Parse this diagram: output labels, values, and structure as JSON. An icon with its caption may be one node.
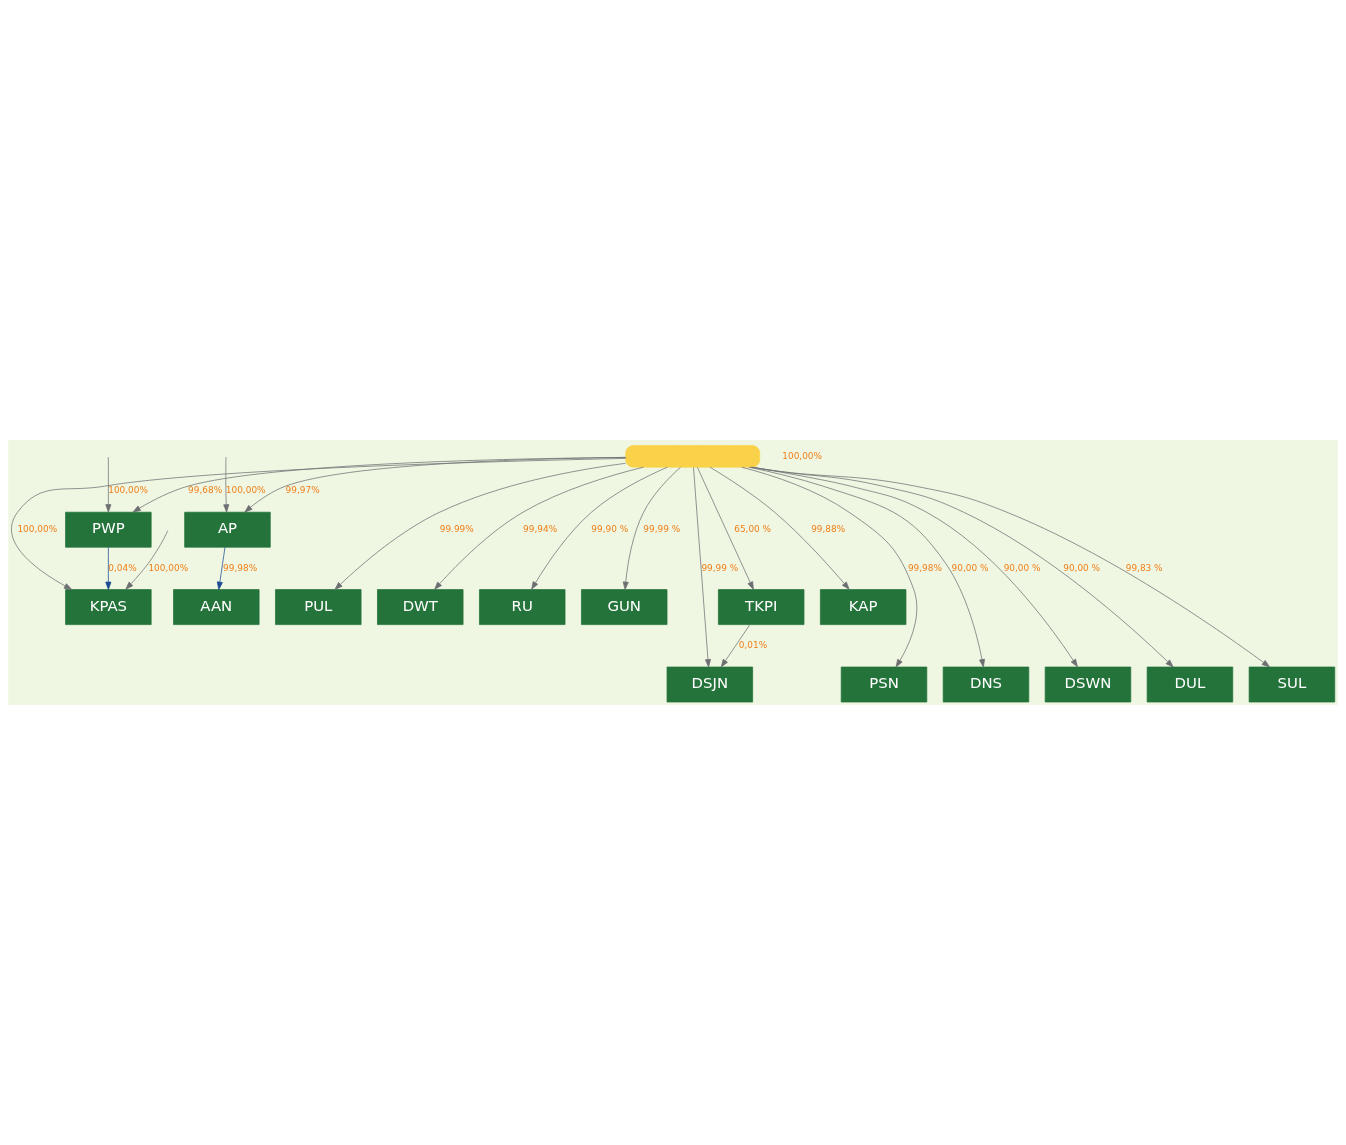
{
  "diagram": {
    "nodes": [
      {
        "text": [],
        "shape": "box"
      },
      {
        "text": [
          "PWP"
        ]
      },
      {
        "text": [
          "KPAS"
        ]
      },
      {
        "text": [
          "AP"
        ]
      },
      {
        "text": [
          "AAN"
        ]
      },
      {
        "text": [
          "PUL"
        ]
      },
      {
        "text": [
          "DWT"
        ]
      },
      {
        "text": [
          "RU"
        ]
      },
      {
        "text": [
          "GUN"
        ]
      },
      {
        "text": [
          "TKPI"
        ]
      },
      {
        "text": [
          "KAP"
        ]
      },
      {
        "text": [
          "PSN"
        ]
      },
      {
        "text": [
          "DNS"
        ]
      },
      {
        "text": [
          "DSWN"
        ]
      },
      {
        "text": [
          "DUL"
        ]
      },
      {
        "text": [
          "SUL"
        ]
      },
      {
        "text": [
          "DSJN"
        ]
      }
    ],
    "edges": [
      {
        "from": null,
        "to": 1,
        "arrow": "to",
        "label": "100,00%"
      },
      {
        "from": 0,
        "to": 1,
        "arrow": "to",
        "label": "99,68%"
      },
      {
        "from": 1,
        "to": 2,
        "arrow": "to",
        "label": "0,04%",
        "color": "#1b4a8f"
      },
      {
        "from": null,
        "to": 2,
        "arrow": "to",
        "label": "100,00%"
      },
      {
        "from": 0,
        "to": 2,
        "arrow": "to",
        "label": "100,00%"
      },
      {
        "from": null,
        "to": 3,
        "arrow": "to",
        "label": "100,00%"
      },
      {
        "from": 0,
        "to": 3,
        "arrow": "to",
        "label": "99,97%"
      },
      {
        "from": 3,
        "to": 4,
        "arrow": "to",
        "label": "99,98%",
        "color": "#1b4a8f"
      },
      {
        "from": 0,
        "to": 5,
        "arrow": "to",
        "label": "99.99%"
      },
      {
        "from": 0,
        "to": 6,
        "arrow": "to",
        "label": "99,94%"
      },
      {
        "from": 0,
        "to": 7,
        "arrow": "to",
        "label": "99,90 %"
      },
      {
        "from": 0,
        "to": 8,
        "arrow": "to",
        "label": "99,99 %"
      },
      {
        "from": 0,
        "to": 9,
        "arrow": "to",
        "label": "65,00 %"
      },
      {
        "from": 0,
        "to": 10,
        "arrow": "to",
        "label": "99,88%"
      },
      {
        "from": 0,
        "to": 11,
        "arrow": "to",
        "label": "99,98%"
      },
      {
        "from": 0,
        "to": 12,
        "arrow": "to",
        "label": "90,00 %"
      },
      {
        "from": 0,
        "to": 13,
        "arrow": "to",
        "label": "90,00 %"
      },
      {
        "from": 0,
        "to": 14,
        "arrow": "to",
        "label": "90,00 %"
      },
      {
        "from": 0,
        "to": 15,
        "arrow": "to",
        "label": "99,83 %"
      },
      {
        "from": 0,
        "to": 16,
        "arrow": "to",
        "label": "99,99 %"
      },
      {
        "from": 9,
        "to": 16,
        "arrow": "to",
        "label": "0,01%"
      }
    ],
    "labels": [
      "100,00%"
    ]
  }
}
